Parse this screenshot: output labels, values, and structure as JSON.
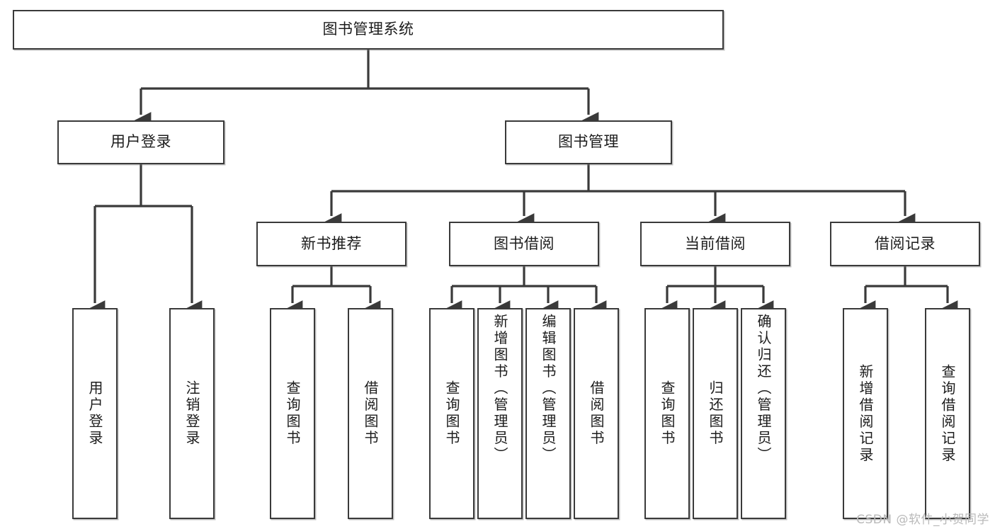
{
  "diagram": {
    "type": "tree-hierarchy",
    "title": "图书管理系统",
    "watermark": "CSDN @软件_小贺同学",
    "colors": {
      "box_border": "#3a3a3a",
      "box_fill": "#ffffff",
      "connector": "#3a3a3a",
      "text": "#1c1c1c",
      "watermark": "#b9b9b9"
    },
    "levels": {
      "root": "图书管理系统",
      "level2": [
        "用户登录",
        "图书管理"
      ],
      "level3": [
        "新书推荐",
        "图书借阅",
        "当前借阅",
        "借阅记录"
      ]
    },
    "nodes": {
      "root": {
        "label": "图书管理系统"
      },
      "user_login": {
        "label": "用户登录"
      },
      "book_manage": {
        "label": "图书管理"
      },
      "new_book_rec": {
        "label": "新书推荐"
      },
      "book_borrow": {
        "label": "图书借阅"
      },
      "current_borrow": {
        "label": "当前借阅"
      },
      "borrow_record": {
        "label": "借阅记录"
      },
      "leaf_user_login": {
        "label": "用户登录"
      },
      "leaf_user_logout": {
        "label": "注销登录"
      },
      "leaf_rec_query": {
        "label": "查询图书"
      },
      "leaf_rec_borrow": {
        "label": "借阅图书"
      },
      "leaf_borrow_query": {
        "label": "查询图书"
      },
      "leaf_borrow_add": {
        "label": "新增图书（管理员）"
      },
      "leaf_borrow_edit": {
        "label": "编辑图书（管理员）"
      },
      "leaf_borrow_lend": {
        "label": "借阅图书"
      },
      "leaf_cur_query": {
        "label": "查询图书"
      },
      "leaf_cur_return": {
        "label": "归还图书"
      },
      "leaf_cur_confirm": {
        "label": "确认归还（管理员）"
      },
      "leaf_rec_add": {
        "label": "新增借阅记录"
      },
      "leaf_rec_search": {
        "label": "查询借阅记录"
      }
    },
    "edges": [
      {
        "from": "root",
        "to": "user_login"
      },
      {
        "from": "root",
        "to": "book_manage"
      },
      {
        "from": "user_login",
        "to": "leaf_user_login"
      },
      {
        "from": "user_login",
        "to": "leaf_user_logout"
      },
      {
        "from": "book_manage",
        "to": "new_book_rec"
      },
      {
        "from": "book_manage",
        "to": "book_borrow"
      },
      {
        "from": "book_manage",
        "to": "current_borrow"
      },
      {
        "from": "book_manage",
        "to": "borrow_record"
      },
      {
        "from": "new_book_rec",
        "to": "leaf_rec_query"
      },
      {
        "from": "new_book_rec",
        "to": "leaf_rec_borrow"
      },
      {
        "from": "book_borrow",
        "to": "leaf_borrow_query"
      },
      {
        "from": "book_borrow",
        "to": "leaf_borrow_add"
      },
      {
        "from": "book_borrow",
        "to": "leaf_borrow_edit"
      },
      {
        "from": "book_borrow",
        "to": "leaf_borrow_lend"
      },
      {
        "from": "current_borrow",
        "to": "leaf_cur_query"
      },
      {
        "from": "current_borrow",
        "to": "leaf_cur_return"
      },
      {
        "from": "current_borrow",
        "to": "leaf_cur_confirm"
      },
      {
        "from": "borrow_record",
        "to": "leaf_rec_add"
      },
      {
        "from": "borrow_record",
        "to": "leaf_rec_search"
      }
    ]
  }
}
